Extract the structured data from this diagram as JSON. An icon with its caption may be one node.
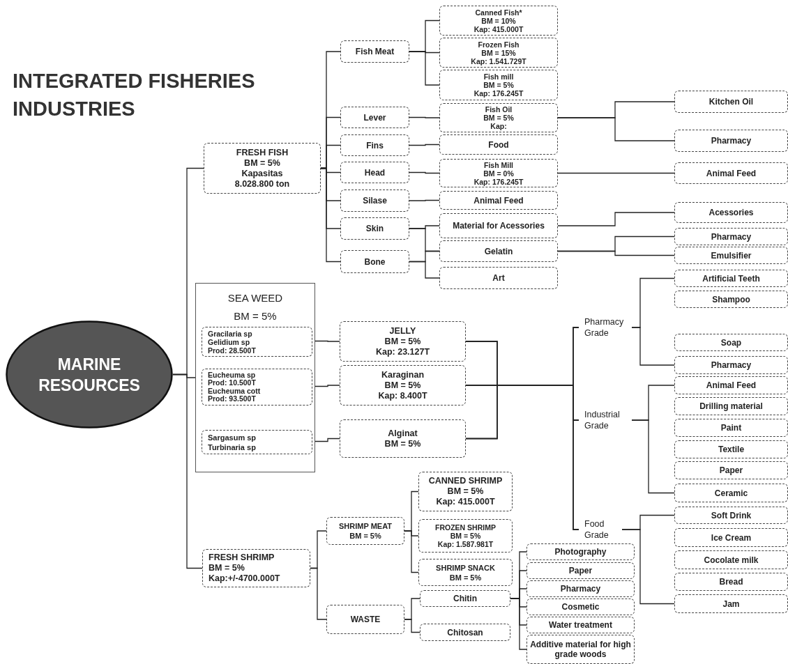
{
  "diagram": {
    "title": "INTEGRATED FISHERIES INDUSTRIES",
    "nodes": [
      {
        "text": [
          "MARINE RESOURCES"
        ]
      },
      {
        "text": [
          "FRESH FISH",
          "BM = 5%",
          "Kapasitas",
          "8.028.800 ton"
        ]
      },
      {
        "text": [
          "Fish Meat"
        ]
      },
      {
        "text": [
          "Canned Fish*",
          "BM = 10%",
          "Kap: 415.000T"
        ]
      },
      {
        "text": [
          "Frozen Fish",
          "BM = 15%",
          "Kap: 1.541.729T"
        ]
      },
      {
        "text": [
          "Fish mill",
          "BM = 5%",
          "Kap: 176.245T"
        ]
      },
      {
        "text": [
          "Lever"
        ]
      },
      {
        "text": [
          "Fish Oil",
          "BM = 5%",
          "Kap:"
        ]
      },
      {
        "text": [
          "Fins"
        ]
      },
      {
        "text": [
          "Food"
        ]
      },
      {
        "text": [
          "Head"
        ]
      },
      {
        "text": [
          "Fish Mill",
          "BM = 0%",
          "Kap: 176.245T"
        ]
      },
      {
        "text": [
          "Silase"
        ]
      },
      {
        "text": [
          "Animal Feed"
        ]
      },
      {
        "text": [
          "Skin"
        ]
      },
      {
        "text": [
          "Material for Acessories"
        ]
      },
      {
        "text": [
          "Bone"
        ]
      },
      {
        "text": [
          "Gelatin"
        ]
      },
      {
        "text": [
          "Art"
        ]
      },
      {
        "text": [
          "Kitchen Oil"
        ]
      },
      {
        "text": [
          "Pharmacy"
        ]
      },
      {
        "text": [
          "Animal Feed"
        ]
      },
      {
        "text": [
          "Acessories"
        ]
      },
      {
        "text": [
          "Pharmacy"
        ]
      },
      {
        "text": [
          "Emulsifier"
        ]
      },
      {
        "text": [
          "SEA WEED",
          "BM = 5%"
        ]
      },
      {
        "text": [
          "Gracilaria sp",
          "Gelidium sp",
          "Prod: 28.500T"
        ],
        "in": 25
      },
      {
        "text": [
          "Eucheuma sp",
          "Prod: 10.500T",
          "Eucheuma cott",
          "Prod: 93.500T"
        ],
        "in": 25
      },
      {
        "text": [
          "Sargasum sp",
          "Turbinaria sp"
        ],
        "in": 25
      },
      {
        "text": [
          "JELLY",
          "BM = 5%",
          "Kap: 23.127T"
        ]
      },
      {
        "text": [
          "Karaginan",
          "BM = 5%",
          "Kap: 8.400T"
        ]
      },
      {
        "text": [
          "Alginat",
          "BM = 5%"
        ]
      },
      {
        "text": [
          "Pharmacy Grade"
        ]
      },
      {
        "text": [
          "Industrial Grade"
        ]
      },
      {
        "text": [
          "Food Grade"
        ]
      },
      {
        "text": [
          "Artificial Teeth"
        ]
      },
      {
        "text": [
          "Shampoo"
        ]
      },
      {
        "text": [
          "Soap"
        ]
      },
      {
        "text": [
          "Pharmacy"
        ]
      },
      {
        "text": [
          "Animal Feed"
        ]
      },
      {
        "text": [
          "Drilling material"
        ]
      },
      {
        "text": [
          "Paint"
        ]
      },
      {
        "text": [
          "Textile"
        ]
      },
      {
        "text": [
          "Paper"
        ]
      },
      {
        "text": [
          "Ceramic"
        ]
      },
      {
        "text": [
          "Soft Drink"
        ]
      },
      {
        "text": [
          "Ice Cream"
        ]
      },
      {
        "text": [
          "Cocolate milk"
        ]
      },
      {
        "text": [
          "Bread"
        ]
      },
      {
        "text": [
          "Jam"
        ]
      },
      {
        "text": [
          "FRESH SHRIMP",
          "BM = 5%",
          "Kap:+/-4700.000T"
        ]
      },
      {
        "text": [
          "SHRIMP MEAT",
          "BM = 5%"
        ]
      },
      {
        "text": [
          "CANNED SHRIMP",
          "BM = 5%",
          "Kap: 415.000T"
        ]
      },
      {
        "text": [
          "FROZEN SHRIMP",
          "BM = 5%",
          "Kap: 1.587.981T"
        ]
      },
      {
        "text": [
          "SHRIMP SNACK",
          "BM = 5%"
        ]
      },
      {
        "text": [
          "WASTE"
        ]
      },
      {
        "text": [
          "Chitin"
        ]
      },
      {
        "text": [
          "Chitosan"
        ]
      },
      {
        "text": [
          "Photography"
        ]
      },
      {
        "text": [
          "Paper"
        ]
      },
      {
        "text": [
          "Pharmacy"
        ]
      },
      {
        "text": [
          "Cosmetic"
        ]
      },
      {
        "text": [
          "Water treatment"
        ]
      },
      {
        "text": [
          "Additive material for high grade woods"
        ]
      }
    ],
    "edges": [
      {
        "from": 0,
        "to": 1,
        "arrow": "none"
      },
      {
        "from": 0,
        "to": 25,
        "arrow": "none"
      },
      {
        "from": 0,
        "to": 50,
        "arrow": "none"
      },
      {
        "from": 1,
        "to": 2,
        "arrow": "none"
      },
      {
        "from": 1,
        "to": 6,
        "arrow": "none"
      },
      {
        "from": 1,
        "to": 8,
        "arrow": "none"
      },
      {
        "from": 1,
        "to": 10,
        "arrow": "none"
      },
      {
        "from": 1,
        "to": 12,
        "arrow": "none"
      },
      {
        "from": 1,
        "to": 14,
        "arrow": "none"
      },
      {
        "from": 1,
        "to": 16,
        "arrow": "none"
      },
      {
        "from": 2,
        "to": 3,
        "arrow": "none"
      },
      {
        "from": 2,
        "to": 4,
        "arrow": "none"
      },
      {
        "from": 2,
        "to": 5,
        "arrow": "none"
      },
      {
        "from": 6,
        "to": 7,
        "arrow": "none"
      },
      {
        "from": 8,
        "to": 9,
        "arrow": "none"
      },
      {
        "from": 10,
        "to": 11,
        "arrow": "none"
      },
      {
        "from": 12,
        "to": 13,
        "arrow": "none"
      },
      {
        "from": 14,
        "to": 15,
        "arrow": "none"
      },
      {
        "from": 14,
        "to": 17,
        "arrow": "none"
      },
      {
        "from": 16,
        "to": 17,
        "arrow": "none"
      },
      {
        "from": 16,
        "to": 18,
        "arrow": "none"
      },
      {
        "from": 7,
        "to": 19,
        "arrow": "none"
      },
      {
        "from": 7,
        "to": 20,
        "arrow": "none"
      },
      {
        "from": 11,
        "to": 21,
        "arrow": "none"
      },
      {
        "from": 15,
        "to": 22,
        "arrow": "none"
      },
      {
        "from": 17,
        "to": 23,
        "arrow": "none"
      },
      {
        "from": 17,
        "to": 24,
        "arrow": "none"
      },
      {
        "from": 26,
        "to": 29,
        "arrow": "none"
      },
      {
        "from": 27,
        "to": 30,
        "arrow": "none"
      },
      {
        "from": 28,
        "to": 31,
        "arrow": "none"
      },
      {
        "from": 29,
        "to": 32,
        "arrow": "none"
      },
      {
        "from": 29,
        "to": 33,
        "arrow": "none"
      },
      {
        "from": 29,
        "to": 34,
        "arrow": "none"
      },
      {
        "from": 30,
        "to": 32,
        "arrow": "none"
      },
      {
        "from": 30,
        "to": 33,
        "arrow": "none"
      },
      {
        "from": 30,
        "to": 34,
        "arrow": "none"
      },
      {
        "from": 31,
        "to": 32,
        "arrow": "none"
      },
      {
        "from": 31,
        "to": 33,
        "arrow": "none"
      },
      {
        "from": 31,
        "to": 34,
        "arrow": "none"
      },
      {
        "from": 32,
        "to": 35,
        "arrow": "none"
      },
      {
        "from": 32,
        "to": 38,
        "arrow": "none"
      },
      {
        "from": 33,
        "to": 39,
        "arrow": "none"
      },
      {
        "from": 33,
        "to": 44,
        "arrow": "none"
      },
      {
        "from": 34,
        "to": 45,
        "arrow": "none"
      },
      {
        "from": 34,
        "to": 49,
        "arrow": "none"
      },
      {
        "from": 50,
        "to": 51,
        "arrow": "none"
      },
      {
        "from": 50,
        "to": 55,
        "arrow": "none"
      },
      {
        "from": 51,
        "to": 52,
        "arrow": "none"
      },
      {
        "from": 51,
        "to": 53,
        "arrow": "none"
      },
      {
        "from": 51,
        "to": 54,
        "arrow": "none"
      },
      {
        "from": 55,
        "to": 56,
        "arrow": "none"
      },
      {
        "from": 55,
        "to": 57,
        "arrow": "none"
      },
      {
        "from": 56,
        "to": 58,
        "arrow": "none"
      },
      {
        "from": 56,
        "to": 59,
        "arrow": "none"
      },
      {
        "from": 56,
        "to": 60,
        "arrow": "none"
      },
      {
        "from": 56,
        "to": 61,
        "arrow": "none"
      },
      {
        "from": 56,
        "to": 62,
        "arrow": "none"
      },
      {
        "from": 56,
        "to": 63,
        "arrow": "none"
      }
    ]
  }
}
